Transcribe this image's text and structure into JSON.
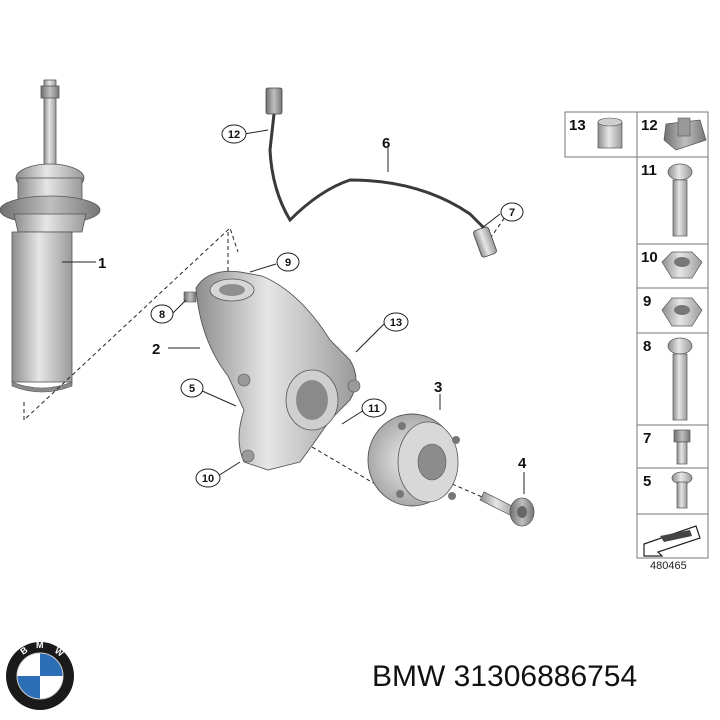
{
  "callouts": [
    {
      "id": "c1",
      "number": "1"
    },
    {
      "id": "c2",
      "number": "2"
    },
    {
      "id": "c3",
      "number": "3"
    },
    {
      "id": "c4",
      "number": "4"
    },
    {
      "id": "c5",
      "number": "5"
    },
    {
      "id": "c6",
      "number": "6"
    },
    {
      "id": "c7",
      "number": "7"
    },
    {
      "id": "c8",
      "number": "8"
    },
    {
      "id": "c9",
      "number": "9"
    },
    {
      "id": "c10",
      "number": "10"
    },
    {
      "id": "c11",
      "number": "11"
    },
    {
      "id": "c12",
      "number": "12"
    },
    {
      "id": "c13",
      "number": "13"
    }
  ],
  "parts_table": [
    {
      "number": "13"
    },
    {
      "number": "12"
    },
    {
      "number": "11"
    },
    {
      "number": "10"
    },
    {
      "number": "9"
    },
    {
      "number": "8"
    },
    {
      "number": "7"
    },
    {
      "number": "5"
    }
  ],
  "reference_code": "480465",
  "footer": {
    "brand": "BMW",
    "part_number": "31306886754",
    "text": "BMW 31306886754"
  },
  "logo": {
    "letters": "BMW",
    "colors": {
      "blue": "#2d6fb7",
      "white": "#ffffff",
      "ring": "#1a1a1a"
    }
  }
}
